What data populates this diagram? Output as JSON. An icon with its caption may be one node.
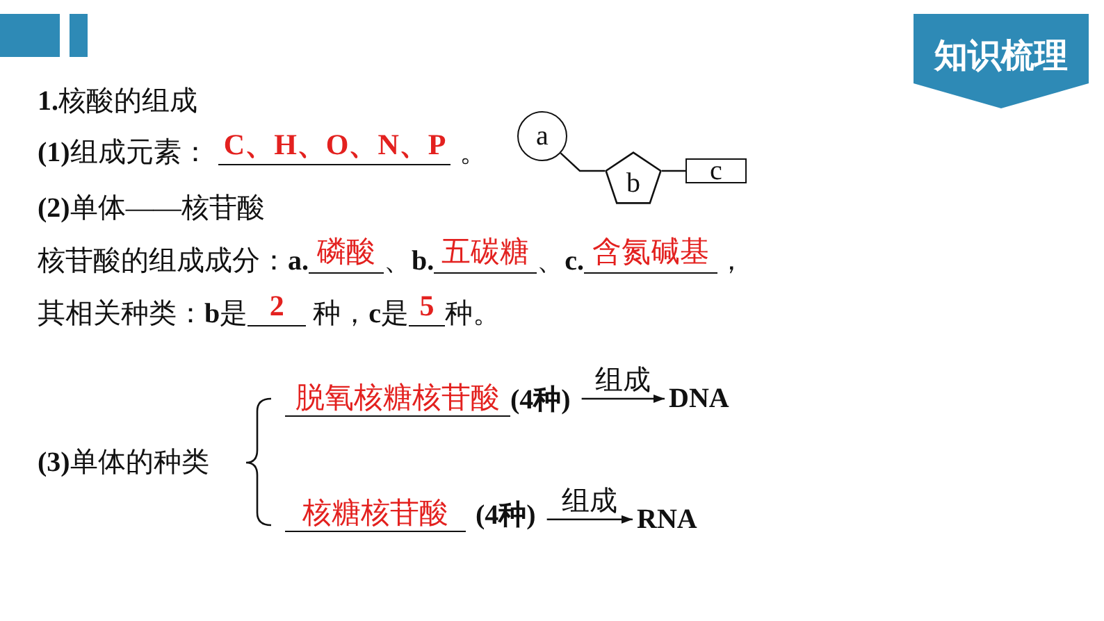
{
  "diagram": {
    "nodes": [
      {
        "text": [
          "知识梳理"
        ]
      },
      {
        "text": [
          "a"
        ]
      },
      {
        "text": [
          "b"
        ]
      },
      {
        "text": [
          "c"
        ]
      },
      {
        "text": [
          "脱氧核糖核苷酸",
          "(4种)"
        ]
      },
      {
        "text": [
          "DNA"
        ]
      },
      {
        "text": [
          "核糖核苷酸",
          "(4种)"
        ]
      },
      {
        "text": [
          "RNA"
        ]
      }
    ],
    "edges": [
      {
        "from": 1,
        "to": 2,
        "arrow": "none"
      },
      {
        "from": 2,
        "to": 3,
        "arrow": "none"
      },
      {
        "from": 4,
        "to": 5,
        "arrow": "to",
        "label": "组成"
      },
      {
        "from": 6,
        "to": 7,
        "arrow": "to",
        "label": "组成"
      }
    ],
    "labels": [
      "**1.**核酸的组成",
      "**(1)**组成元素：",
      "C、H、O、N、P",
      "。",
      "**(2)**单体——核苷酸",
      "核苷酸的组成成分：**a.**",
      "磷酸",
      "、**b.**",
      "五碳糖",
      "、**c.**",
      "含氮碱基",
      "，",
      "其相关种类：**b**是",
      "2",
      "种，**c**是",
      "5",
      "种。",
      "**(3)**单体的种类"
    ]
  }
}
